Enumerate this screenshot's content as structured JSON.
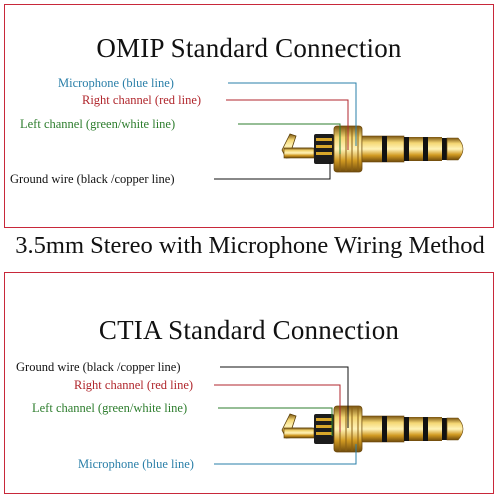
{
  "omip": {
    "title": "OMIP Standard Connection",
    "labels": {
      "microphone": "Microphone (blue line)",
      "right": "Right channel (red line)",
      "left": "Left channel (green/white line)",
      "ground": "Ground wire (black /copper line)"
    }
  },
  "middle_title": "3.5mm Stereo with Microphone Wiring Method",
  "ctia": {
    "title": "CTIA Standard Connection",
    "labels": {
      "ground": "Ground wire (black /copper line)",
      "right": "Right channel (red line)",
      "left": "Left channel (green/white line)",
      "microphone": "Microphone (blue line)"
    }
  },
  "colors": {
    "border": "#c8283a",
    "blue": "#2a7fa8",
    "red": "#b0262c",
    "green": "#2d7d2d",
    "black": "#111111",
    "gold": "#d8a72a"
  }
}
